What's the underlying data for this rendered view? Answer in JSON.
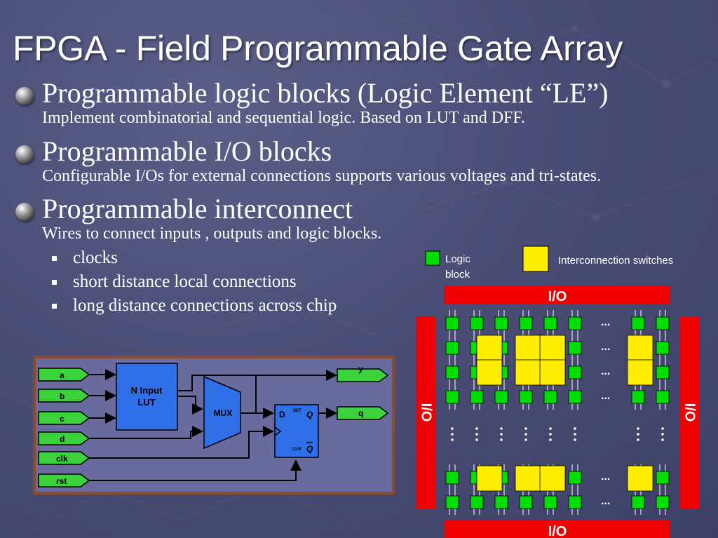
{
  "slide": {
    "title": "FPGA - Field Programmable Gate Array",
    "bullets": [
      {
        "heading": "Programmable logic blocks (Logic Element “LE”)",
        "detail": "Implement combinatorial and sequential logic. Based on LUT and DFF."
      },
      {
        "heading": "Programmable I/O blocks",
        "detail": "Configurable I/Os for external connections supports various voltages and tri-states."
      },
      {
        "heading": "Programmable interconnect",
        "detail": "Wires to connect inputs , outputs and logic blocks."
      }
    ],
    "sub_bullets": [
      "clocks",
      "short distance local connections",
      "long distance connections across chip"
    ]
  },
  "circuit": {
    "inputs": [
      "a",
      "b",
      "c",
      "d",
      "clk",
      "rst"
    ],
    "outputs": [
      "y",
      "q"
    ],
    "lut_line1": "N Input",
    "lut_line2": "LUT",
    "mux_label": "MUX",
    "ff_d": "D",
    "ff_set": "SET",
    "ff_clr": "CLR",
    "ff_q": "Q",
    "ff_qbar": "Q",
    "colors": {
      "panel": "#696a9e",
      "border": "#8b4a2a",
      "block": "#2f6fe8",
      "arrow": "#3cd23c"
    }
  },
  "fpga": {
    "legend_logic_line1": "Logic",
    "legend_logic_line2": "block",
    "legend_switch": "Interconnection switches",
    "io_top": "I/O",
    "io_bottom": "I/O",
    "io_left": "I/O",
    "io_right": "I/O",
    "ellipsis": "...",
    "colors": {
      "io": "#f00000",
      "logic": "#00dd00",
      "switch": "#ffee00",
      "wire": "#ffffff"
    }
  }
}
